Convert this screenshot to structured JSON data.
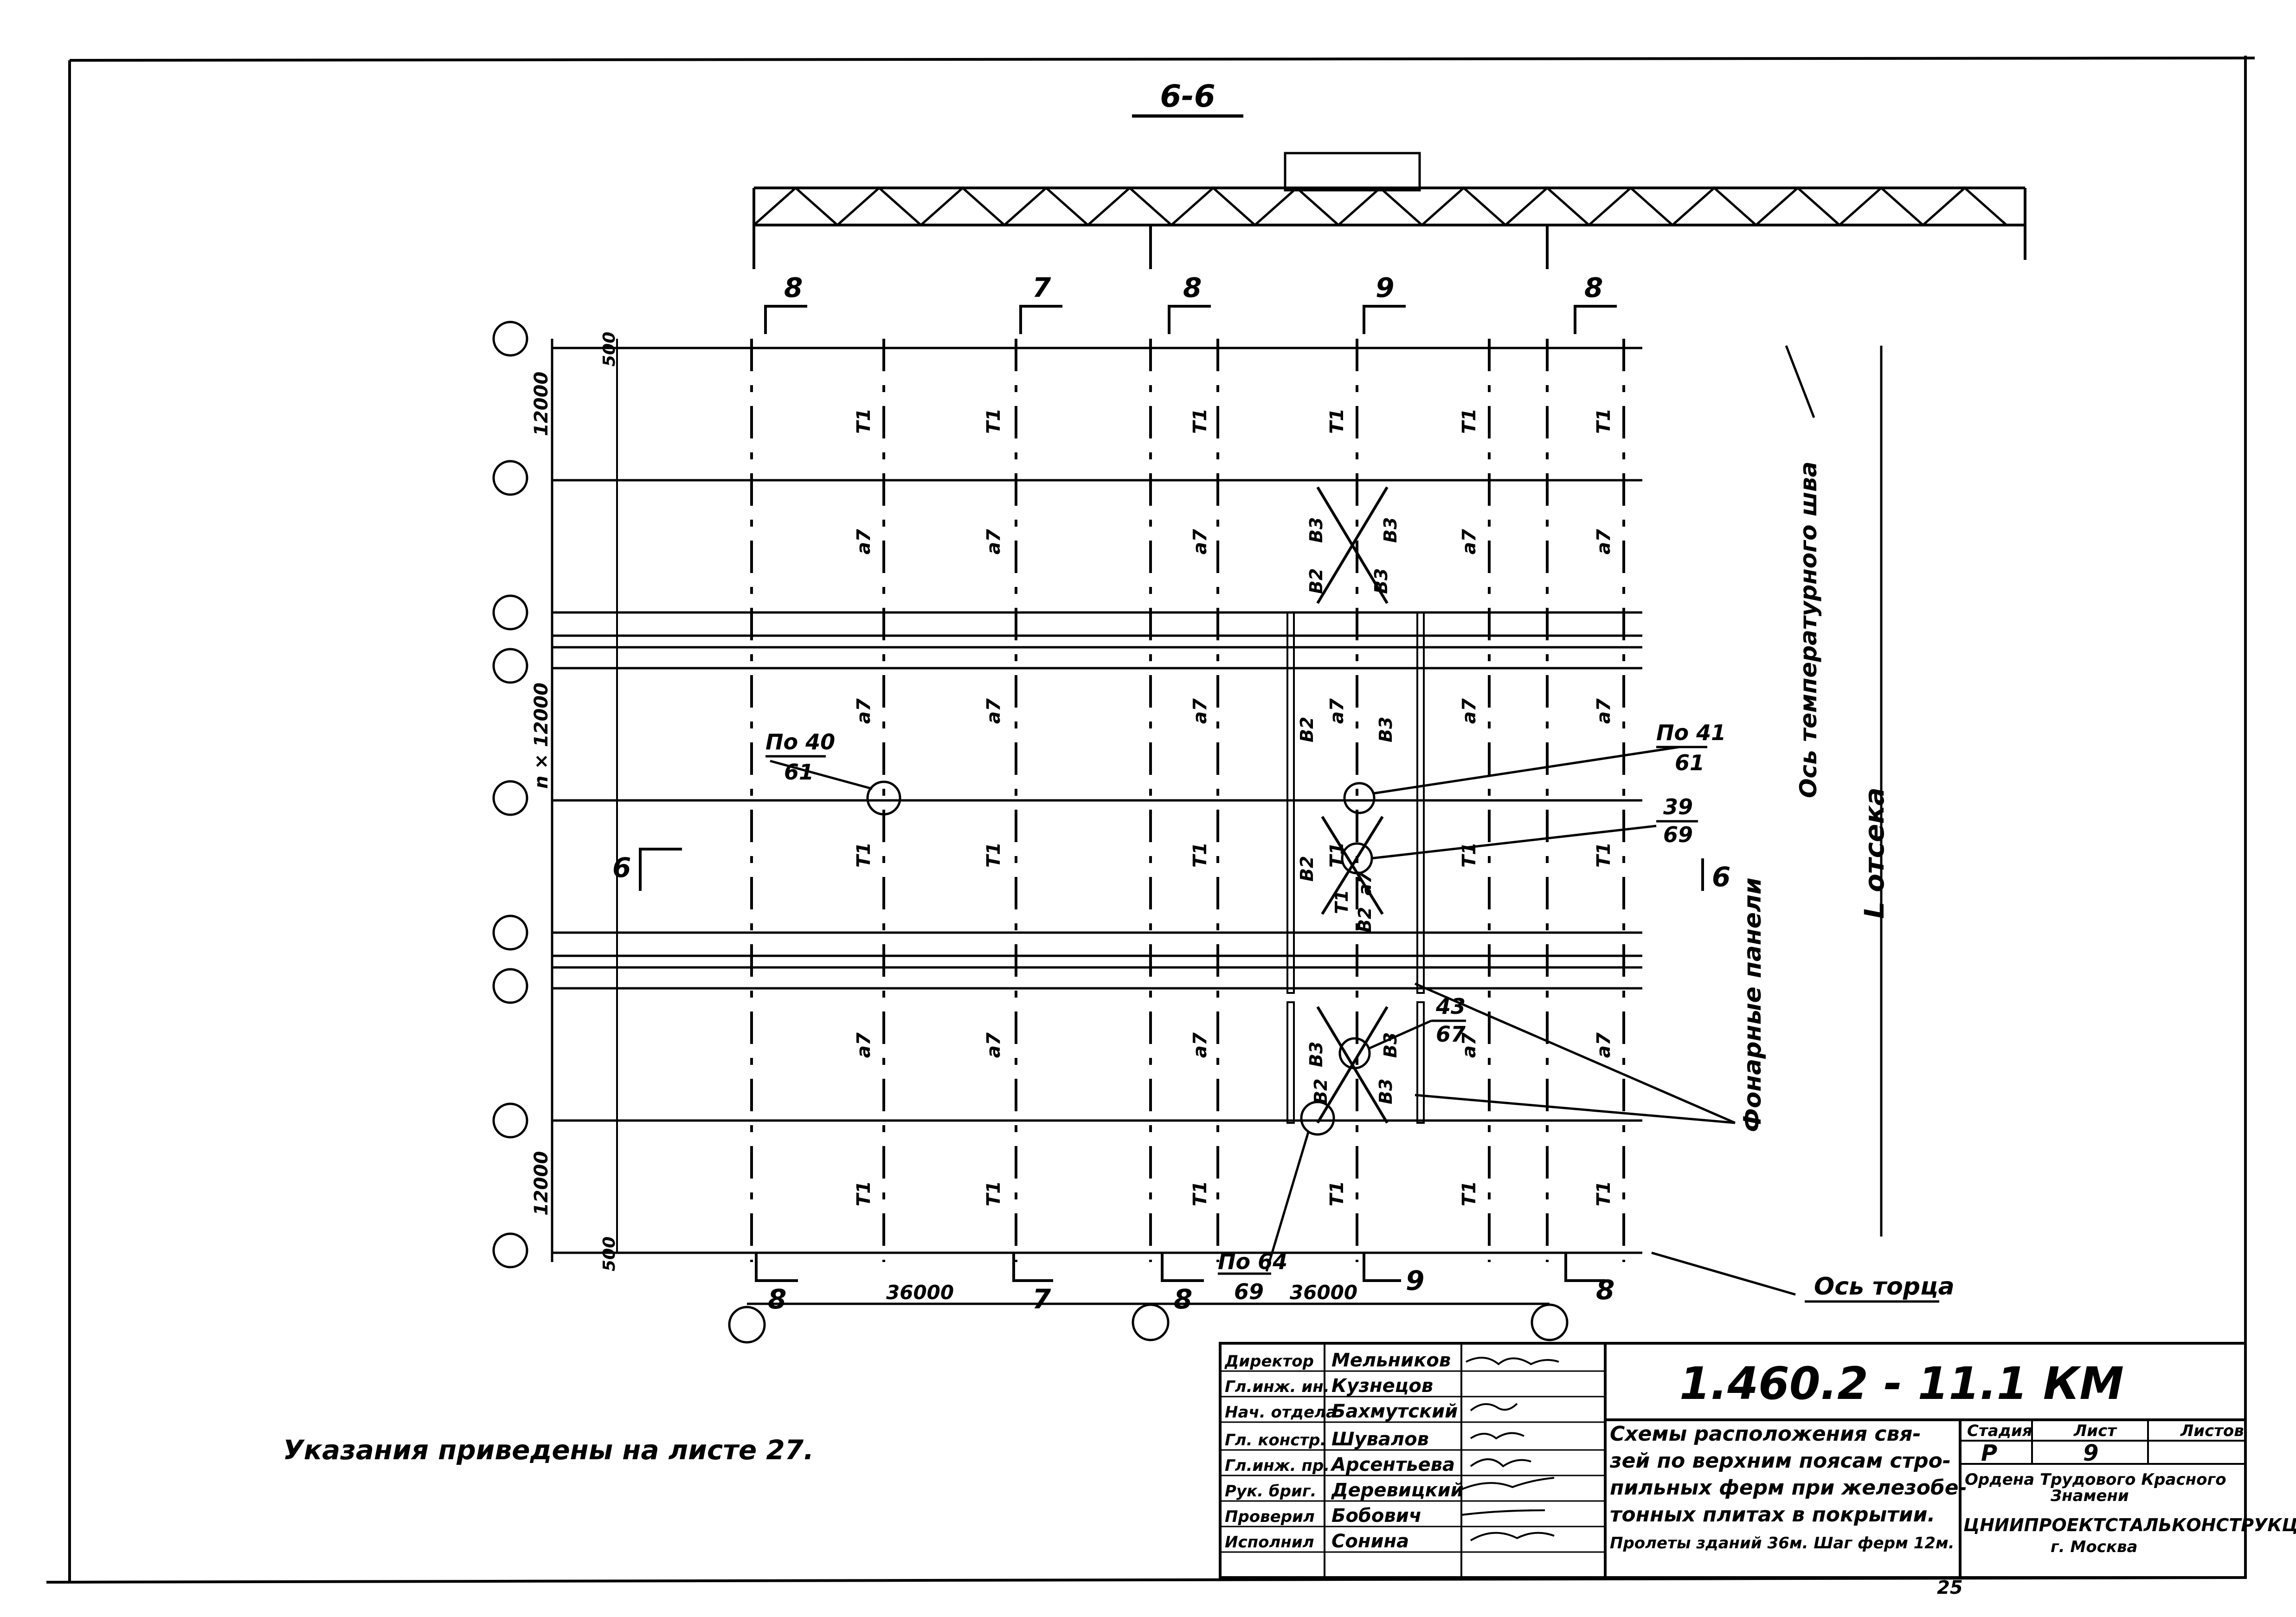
{
  "section_title": "6-6",
  "cut_marks": {
    "top": [
      "8",
      "7",
      "8",
      "9",
      "8"
    ],
    "bottom": [
      "8",
      "7",
      "8",
      "9",
      "8"
    ],
    "side_left": "6",
    "side_right": "6"
  },
  "dimensions": {
    "left_top_small": "500",
    "left_top": "12000",
    "left_middle": "n × 12000",
    "left_bottom": "12000",
    "left_bottom_small": "500",
    "bottom_span_1": "36000",
    "bottom_span_2": "36000"
  },
  "member_labels": {
    "truss": "T1",
    "strut": "a7",
    "brace_2": "B2",
    "brace_3": "B3"
  },
  "callouts": [
    {
      "top": "По 40",
      "bottom": "61"
    },
    {
      "top": "По 41",
      "bottom": "61"
    },
    {
      "top": "39",
      "bottom": "69"
    },
    {
      "top": "43",
      "bottom": "67"
    },
    {
      "top": "По 64",
      "bottom": "69"
    }
  ],
  "annotations": {
    "temperature_axis": "Ось температурного шва",
    "lantern_panels": "Фонарные панели",
    "end_axis": "Ось торца",
    "wall_length": "L отсека"
  },
  "note": "Указания приведены на листе 27.",
  "title_block": {
    "roles": [
      "Директор",
      "Гл.инж. ин.",
      "Нач. отдела",
      "Гл. констр.",
      "Гл.инж. пр.",
      "Рук. бриг.",
      "Проверил",
      "Исполнил"
    ],
    "names": [
      "Мельников",
      "Кузнецов",
      "Бахмутский",
      "Шувалов",
      "Арсентьева",
      "Деревицкий",
      "Бобович",
      "Сонина"
    ],
    "document_code": "1.460.2 - 11.1 КМ",
    "description_lines": [
      "Схемы расположения свя-",
      "зей по верхним поясам стро-",
      "пильных ферм при железобе-",
      "тонных плитах в покрытии.",
      "Пролеты зданий 36м. Шаг ферм 12м."
    ],
    "stage_label": "Стадия",
    "sheet_label": "Лист",
    "sheets_label": "Листов",
    "stage_value": "Р",
    "sheet_value": "9",
    "sheets_value": "",
    "org_lines": [
      "Ордена Трудового Красного",
      "Знамени",
      "ЦНИИПРОЕКТСТАЛЬКОНСТРУКЦИЯ",
      "г. Москва"
    ]
  },
  "page_number": "25"
}
